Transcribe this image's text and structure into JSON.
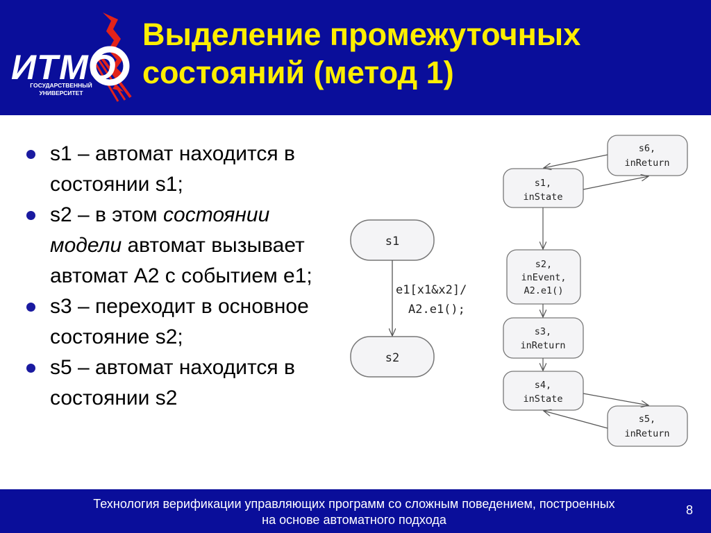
{
  "logo": {
    "main": "ИТМО",
    "sub_line1": "ГОСУДАРСТВЕННЫЙ",
    "sub_line2": "УНИВЕРСИТЕТ",
    "colors": {
      "emblem": "#e2231a",
      "text": "#ffffff"
    }
  },
  "title": {
    "line1": "Выделение промежуточных",
    "line2": "состояний (метод 1)"
  },
  "bullets": [
    {
      "segments": [
        "s1 – автомат находится в состоянии s1;"
      ]
    },
    {
      "segments": [
        "s2 – в этом ",
        "состоянии модели",
        " автомат вызывает автомат A2 с событием e1;"
      ]
    },
    {
      "segments": [
        "s3 – переходит в основное состояние s2;"
      ]
    },
    {
      "segments": [
        "s5 – автомат находится в состоянии s2"
      ]
    }
  ],
  "left_diagram": {
    "states": [
      "s1",
      "s2"
    ],
    "transition": {
      "line1": "e1[x1&x2]/",
      "line2": "A2.e1();"
    }
  },
  "right_diagram": {
    "states": [
      {
        "line1": "s6,",
        "line2": "inReturn"
      },
      {
        "line1": "s1,",
        "line2": "inState"
      },
      {
        "line1": "s2,",
        "line2": "inEvent,",
        "line3": "A2.e1()"
      },
      {
        "line1": "s3,",
        "line2": "inReturn"
      },
      {
        "line1": "s4,",
        "line2": "inState"
      },
      {
        "line1": "s5,",
        "line2": "inReturn"
      }
    ]
  },
  "footer": {
    "line1": "Технология верификации управляющих программ со сложным поведением, построенных",
    "line2": "на основе автоматного подхода",
    "page": "8"
  },
  "colors": {
    "header_bg": "#0a0e9a",
    "title": "#ffee00",
    "bullet_dot": "#1a1aa0",
    "node_fill": "#f4f4f6",
    "node_stroke": "#777777"
  }
}
